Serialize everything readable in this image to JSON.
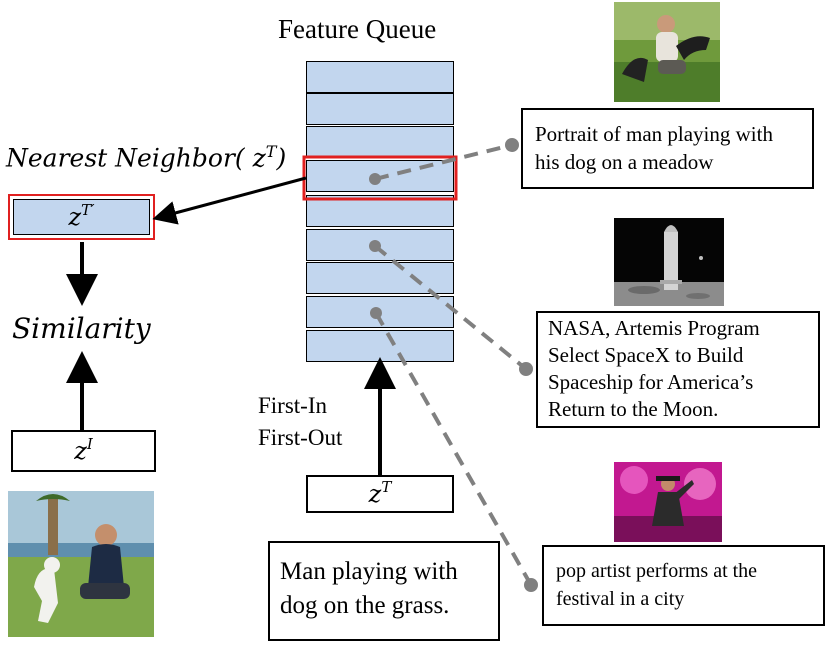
{
  "queue": {
    "title": "Feature Queue",
    "cells": [
      "",
      "",
      "",
      "",
      "",
      "",
      "",
      "",
      ""
    ],
    "highlighted_index": 3
  },
  "labels": {
    "nearest_neighbor": "Nearest Neighbor( z",
    "nearest_neighbor_sup": "T",
    "nearest_neighbor_close": ")",
    "zt_prime": "z",
    "zt_prime_sup": "T′",
    "similarity": "Similarity",
    "zi": "z",
    "zi_sup": "I",
    "zt": "z",
    "zt_sup": "T",
    "fifo_line1": "First-In",
    "fifo_line2": "First-Out"
  },
  "captions": {
    "query": "Man playing with dog on the grass.",
    "neighbor_1": "Portrait of man playing with his dog on a meadow",
    "neighbor_2": "NASA, Artemis Program Select SpaceX to Build Spaceship for America’s Return to the Moon.",
    "neighbor_3": "pop artist performs at the festival in a city"
  },
  "colors": {
    "queue_fill": "#c2d6ee",
    "highlight": "#e02020",
    "dash": "#808080"
  }
}
